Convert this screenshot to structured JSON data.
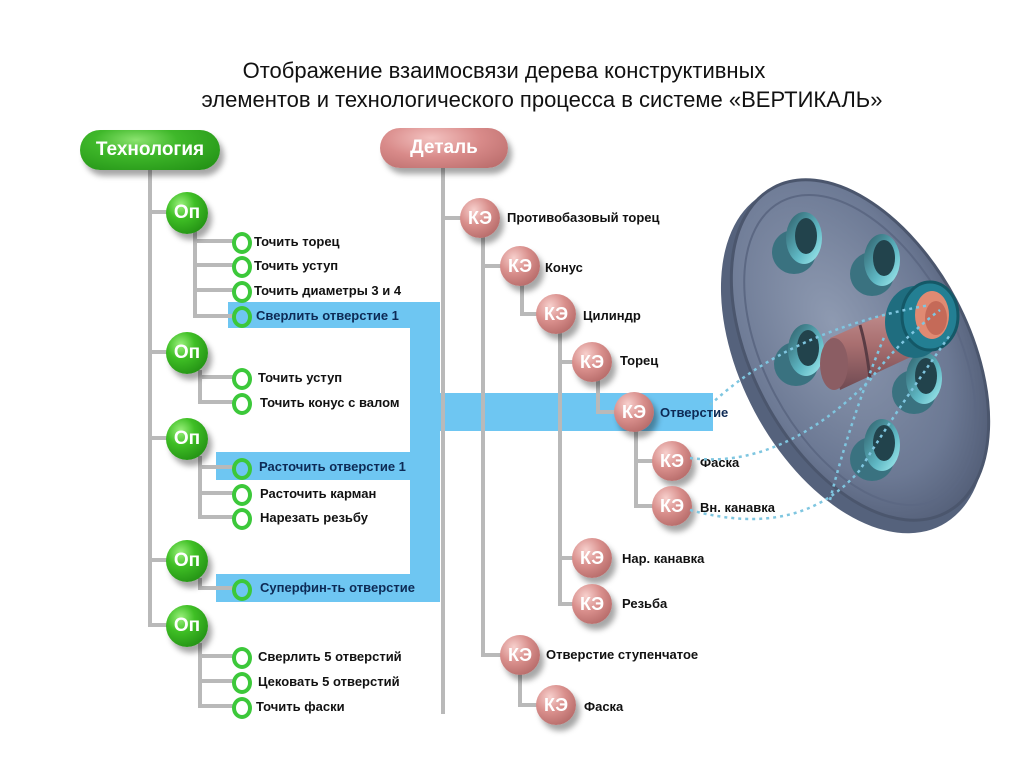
{
  "title": {
    "line1": "Отображение взаимосвязи дерева конструктивных",
    "line2": "элементов и технологического процесса в системе «ВЕРТИКАЛЬ»"
  },
  "colors": {
    "technology_green": "#3fb82a",
    "detail_pink": "#d98b8a",
    "highlight_blue": "#6ec6f2",
    "connector_gray": "#b5b5b5",
    "ring_green": "#3cc83a"
  },
  "technology_tree": {
    "root_label": "Технология",
    "operation_badge": "Оп",
    "transition_icon": "ring-icon",
    "operations": [
      {
        "transitions": [
          "Точить торец",
          "Точить уступ",
          "Точить диаметры 3 и 4",
          "Сверлить отверстие 1"
        ]
      },
      {
        "transitions": [
          "Точить уступ",
          "Точить конус с валом"
        ]
      },
      {
        "transitions": [
          "Расточить отверстие 1",
          "Расточить карман",
          "Нарезать резьбу"
        ]
      },
      {
        "transitions": [
          "Суперфин-ть отверстие"
        ]
      },
      {
        "transitions": [
          "Сверлить 5 отверстий",
          "Цековать 5 отверстий",
          "Точить фаски"
        ]
      }
    ],
    "highlighted": [
      "Сверлить отверстие 1",
      "Расточить отверстие 1",
      "Суперфин-ть отверстие"
    ]
  },
  "detail_tree": {
    "root_label": "Деталь",
    "element_badge": "КЭ",
    "elements": [
      "Противобазовый торец",
      "Конус",
      "Цилиндр",
      "Торец",
      "Отверстие",
      "Фаска",
      "Вн. канавка",
      "Нар. канавка",
      "Резьба",
      "Отверстие ступенчатое",
      "Фаска"
    ],
    "highlighted": "Отверстие"
  },
  "model": {
    "description": "3D-модель детали (фланец с отверстиями)"
  }
}
